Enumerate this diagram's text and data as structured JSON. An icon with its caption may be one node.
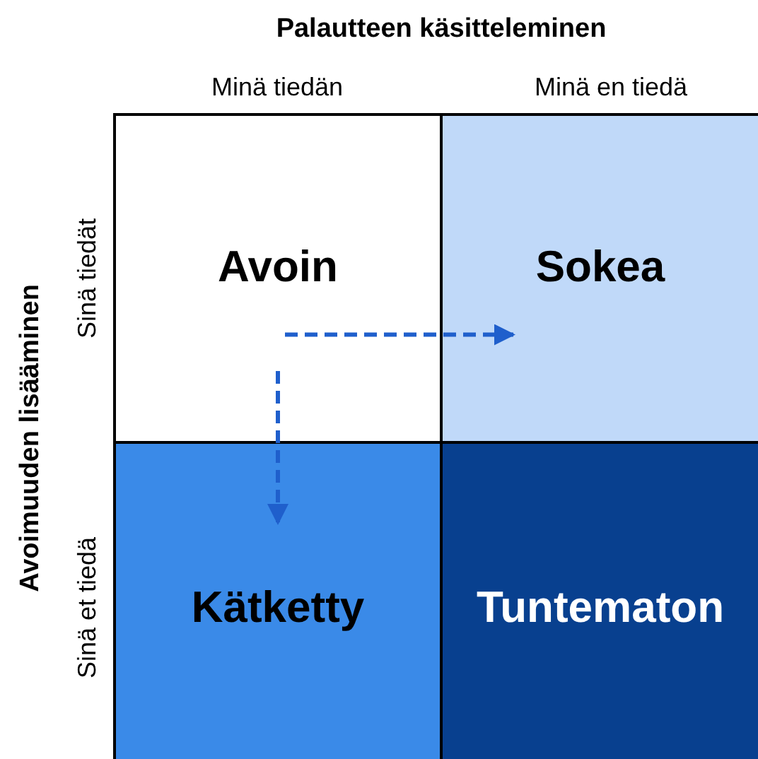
{
  "diagram": {
    "title": "Palautteen käsitteleminen",
    "nodes": [
      {
        "text": [
          "Avoin"
        ]
      },
      {
        "text": [
          "Sokea"
        ]
      },
      {
        "text": [
          "Kätketty"
        ]
      },
      {
        "text": [
          "Tuntematon"
        ]
      }
    ],
    "edges": [
      {
        "from": 0,
        "to": 1,
        "arrow": "to",
        "style": "dashed"
      },
      {
        "from": 0,
        "to": 2,
        "arrow": "to",
        "style": "dashed"
      }
    ],
    "labels": [
      "Minä tiedän",
      "Minä en tiedä",
      "Avoimuuden lisääminen",
      "Sinä tiedät",
      "Sinä et tiedä"
    ]
  }
}
